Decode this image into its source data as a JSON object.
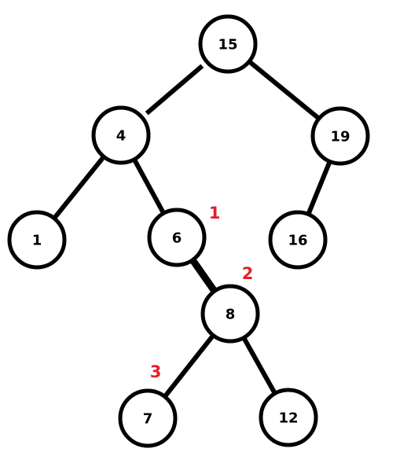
{
  "tree": {
    "nodes": [
      {
        "id": "n15",
        "label": "15"
      },
      {
        "id": "n4",
        "label": "4"
      },
      {
        "id": "n19",
        "label": "19"
      },
      {
        "id": "n1",
        "label": "1"
      },
      {
        "id": "n6",
        "label": "6"
      },
      {
        "id": "n16",
        "label": "16"
      },
      {
        "id": "n8",
        "label": "8"
      },
      {
        "id": "n7",
        "label": "7"
      },
      {
        "id": "n12",
        "label": "12"
      }
    ],
    "edges": [
      {
        "from": "n15",
        "to": "n4"
      },
      {
        "from": "n15",
        "to": "n19"
      },
      {
        "from": "n4",
        "to": "n1"
      },
      {
        "from": "n4",
        "to": "n6"
      },
      {
        "from": "n19",
        "to": "n16"
      },
      {
        "from": "n6",
        "to": "n8",
        "emphasis": true
      },
      {
        "from": "n8",
        "to": "n7"
      },
      {
        "from": "n8",
        "to": "n12"
      }
    ],
    "markers": [
      {
        "id": "m1",
        "label": "1",
        "near": "n6"
      },
      {
        "id": "m2",
        "label": "2",
        "near": "n8"
      },
      {
        "id": "m3",
        "label": "3",
        "near": "n7"
      }
    ],
    "marker_color": "#e3202b"
  }
}
